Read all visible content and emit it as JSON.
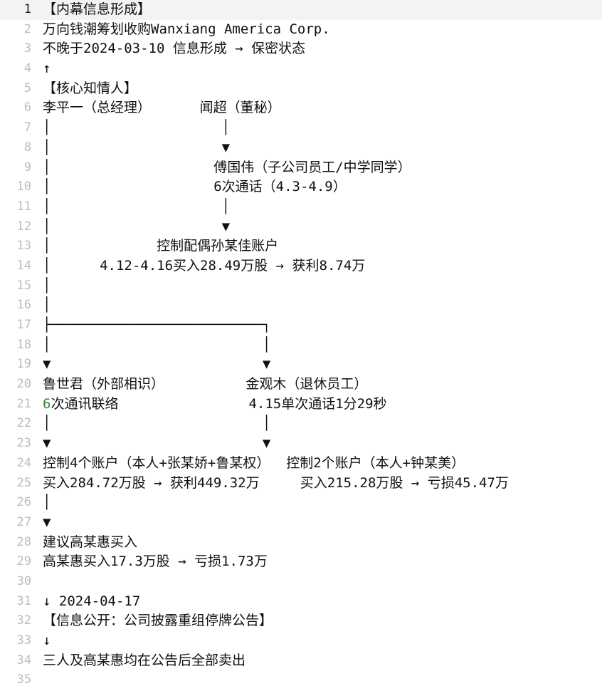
{
  "editor": {
    "total_lines": 35,
    "active_line": 1,
    "gutter_color": "#b9bcc0",
    "active_line_bg": "#f2f3f5",
    "text_color": "#111111",
    "number_token_color": "#2e8b2e"
  },
  "lines": [
    {
      "n": 1,
      "text": "【内幕信息形成】"
    },
    {
      "n": 2,
      "text": "万向钱潮筹划收购Wanxiang America Corp."
    },
    {
      "n": 3,
      "text": "不晚于2024-03-10 信息形成 → 保密状态"
    },
    {
      "n": 4,
      "text": "↑"
    },
    {
      "n": 5,
      "text": "【核心知情人】"
    },
    {
      "n": 6,
      "text": "李平一（总经理）      闻超（董秘）"
    },
    {
      "n": 7,
      "text": "│                     │"
    },
    {
      "n": 8,
      "text": "│                     ▼"
    },
    {
      "n": 9,
      "text": "│                    傅国伟（子公司员工/中学同学）"
    },
    {
      "n": 10,
      "text": "│                    6次通话（4.3-4.9）"
    },
    {
      "n": 11,
      "text": "│                     │"
    },
    {
      "n": 12,
      "text": "│                     ▼"
    },
    {
      "n": 13,
      "text": "│             控制配偶孙某佳账户"
    },
    {
      "n": 14,
      "text": "│      4.12-4.16买入28.49万股 → 获利8.74万"
    },
    {
      "n": 15,
      "text": "│"
    },
    {
      "n": 16,
      "text": "│"
    },
    {
      "n": 17,
      "text": "├──────────────────────────┐"
    },
    {
      "n": 18,
      "text": "│                          │"
    },
    {
      "n": 19,
      "text": "▼                          ▼"
    },
    {
      "n": 20,
      "text": "鲁世君（外部相识）          金观木（退休员工）"
    },
    {
      "n": 21,
      "text": "6次通讯联络                4.15单次通话1分29秒",
      "tokens": [
        {
          "t": "6",
          "cls": "num-token"
        },
        {
          "t": "次通讯联络                4.15单次通话1分29秒"
        }
      ]
    },
    {
      "n": 22,
      "text": "│                          │"
    },
    {
      "n": 23,
      "text": "▼                          ▼"
    },
    {
      "n": 24,
      "text": "控制4个账户（本人+张某娇+鲁某权）  控制2个账户（本人+钟某美）"
    },
    {
      "n": 25,
      "text": "买入284.72万股 → 获利449.32万     买入215.28万股 → 亏损45.47万"
    },
    {
      "n": 26,
      "text": "│"
    },
    {
      "n": 27,
      "text": "▼"
    },
    {
      "n": 28,
      "text": "建议高某惠买入"
    },
    {
      "n": 29,
      "text": "高某惠买入17.3万股 → 亏损1.73万"
    },
    {
      "n": 30,
      "text": ""
    },
    {
      "n": 31,
      "text": "↓ 2024-04-17"
    },
    {
      "n": 32,
      "text": "【信息公开：公司披露重组停牌公告】"
    },
    {
      "n": 33,
      "text": "↓"
    },
    {
      "n": 34,
      "text": "三人及高某惠均在公告后全部卖出"
    },
    {
      "n": 35,
      "text": ""
    }
  ]
}
